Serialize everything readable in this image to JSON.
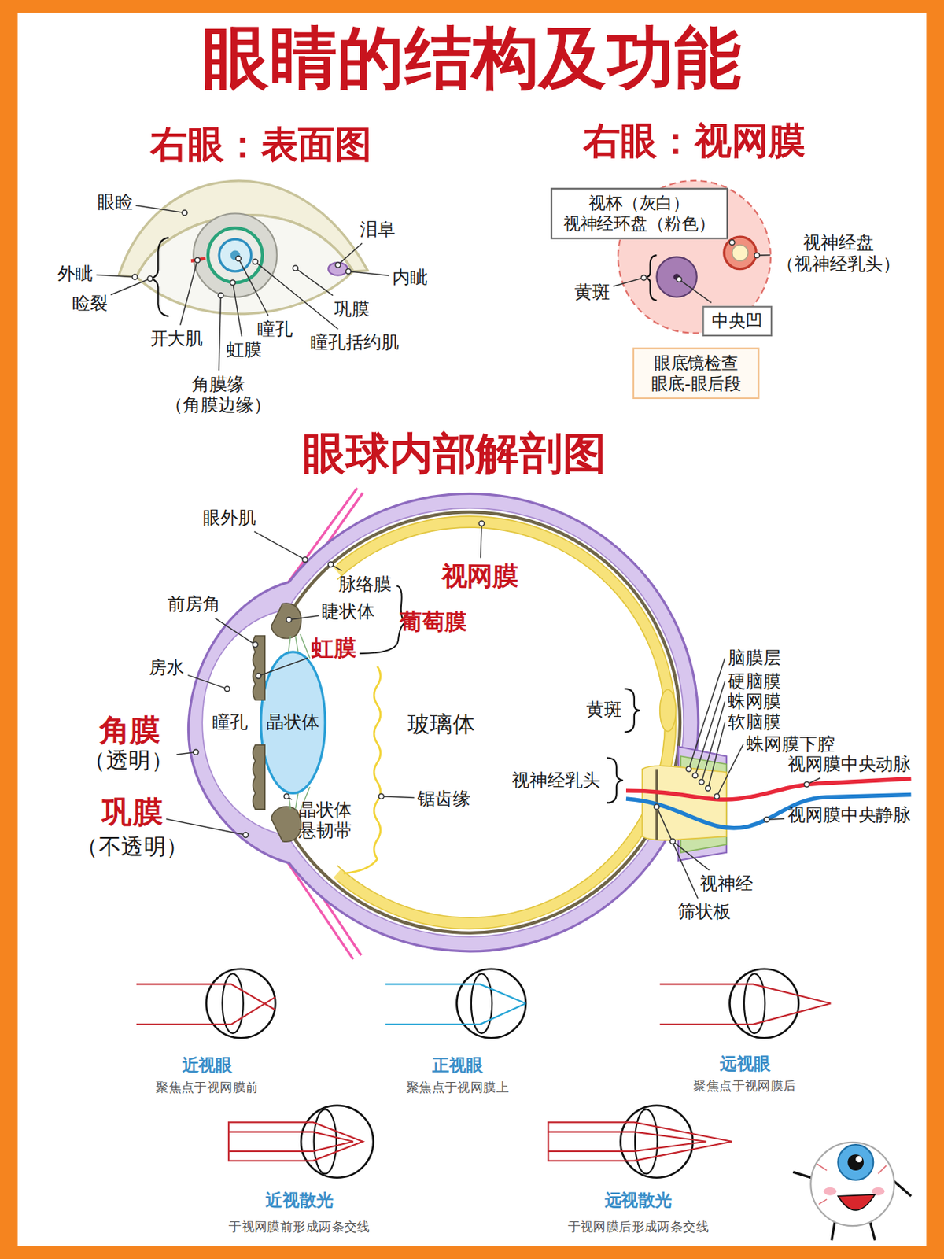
{
  "diagram": {
    "title": "眼睛的结构及功能",
    "nodes": [
      {
        "text": [
          "视杯（灰白） 视神经环盘（粉色）"
        ]
      },
      {
        "text": [
          "中央凹"
        ]
      },
      {
        "text": [
          "眼底镜检查 眼底-眼后段"
        ]
      }
    ],
    "labels": [
      "右眼：表面图",
      "右眼：视网膜",
      "眼睑",
      "泪阜",
      "外眦",
      "睑裂",
      "内眦",
      "巩膜",
      "开大肌",
      "瞳孔",
      "瞳孔括约肌",
      "虹膜",
      "角膜缘 （角膜边缘）",
      "视神经盘 （视神经乳头）",
      "黄斑",
      "眼球内部解剖图",
      "眼外肌",
      "视网膜",
      "脉络膜",
      "睫状体",
      "葡萄膜",
      "前房角",
      "虹膜",
      "房水",
      "角膜",
      "（透明）",
      "瞳孔",
      "晶状体",
      "玻璃体",
      "巩膜",
      "（不透明）",
      "晶状体 悬韧带",
      "锯齿缘",
      "黄斑",
      "视神经乳头",
      "脑膜层",
      "硬脑膜",
      "蛛网膜",
      "软脑膜",
      "蛛网膜下腔",
      "视网膜中央动脉",
      "视网膜中央静脉",
      "视神经",
      "筛状板",
      "近视眼",
      "聚焦点于视网膜前",
      "正视眼",
      "聚焦点于视网膜上",
      "远视眼",
      "聚焦点于视网膜后",
      "近视散光",
      "于视网膜前形成两条交线",
      "远视散光",
      "于视网膜后形成两条交线"
    ]
  }
}
